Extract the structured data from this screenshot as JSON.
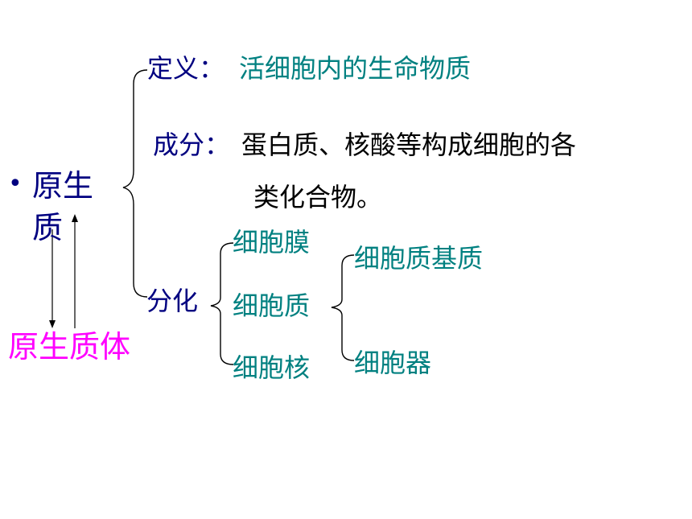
{
  "colors": {
    "navy": "#000080",
    "teal": "#008080",
    "black": "#000000",
    "magenta": "#ff00ff"
  },
  "main": {
    "bullet": "•",
    "term_line1": "原生",
    "term_line2": "质",
    "definition_label": "定义：",
    "definition_text": "活细胞内的生命物质",
    "composition_label": "成分：",
    "composition_text_line1": "蛋白质、核酸等构成细胞的各",
    "composition_text_line2": "类化合物。",
    "differentiation_label": "分化",
    "membrane": "细胞膜",
    "cytoplasm": "细胞质",
    "nucleus": "细胞核",
    "cytoplasm_matrix": "细胞质基质",
    "organelle": "细胞器",
    "protoplast": "原生质体"
  }
}
